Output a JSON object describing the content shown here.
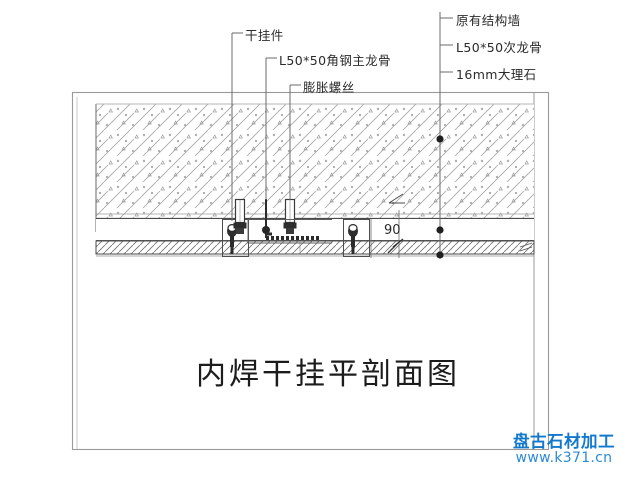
{
  "drawing": {
    "title": "内焊干挂平剖面图",
    "dimension_label": "90",
    "callouts_left": [
      {
        "id": "dry-hang-fitting",
        "label": "干挂件"
      },
      {
        "id": "main-keel",
        "label": "L50*50角钢主龙骨"
      },
      {
        "id": "expansion-screw",
        "label": "膨胀螺丝"
      }
    ],
    "callouts_right": [
      {
        "id": "existing-structural-wall",
        "label": "原有结构墙"
      },
      {
        "id": "secondary-keel",
        "label": "L50*50次龙骨"
      },
      {
        "id": "marble-panel",
        "label": "16mm大理石"
      }
    ],
    "colors": {
      "line": "#5a5a5a",
      "hatch": "#9a9a9a",
      "text": "#262626",
      "frame": "#8c8c8c"
    }
  },
  "watermark": {
    "brand": "盘古石材加工",
    "url": "www.k371.cn",
    "color": "#1379cc"
  }
}
